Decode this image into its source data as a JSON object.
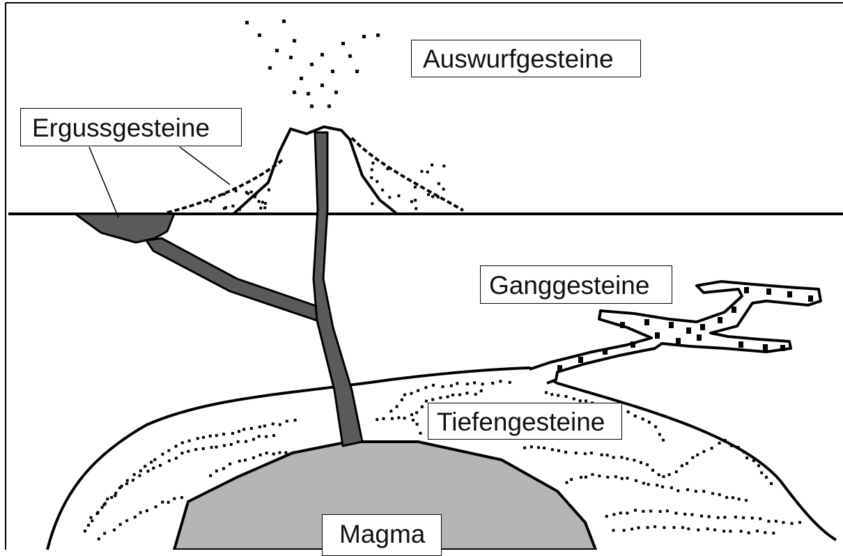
{
  "labels": {
    "auswurfgesteine": "Auswurfgesteine",
    "ergussgesteine": "Ergussgesteine",
    "ganggesteine": "Ganggesteine",
    "tiefengesteine": "Tiefengesteine",
    "magma": "Magma"
  },
  "colors": {
    "line": "#000000",
    "magma_fill": "#b5b5b5",
    "conduit_fill": "#5a5a5a",
    "background": "#ffffff"
  }
}
